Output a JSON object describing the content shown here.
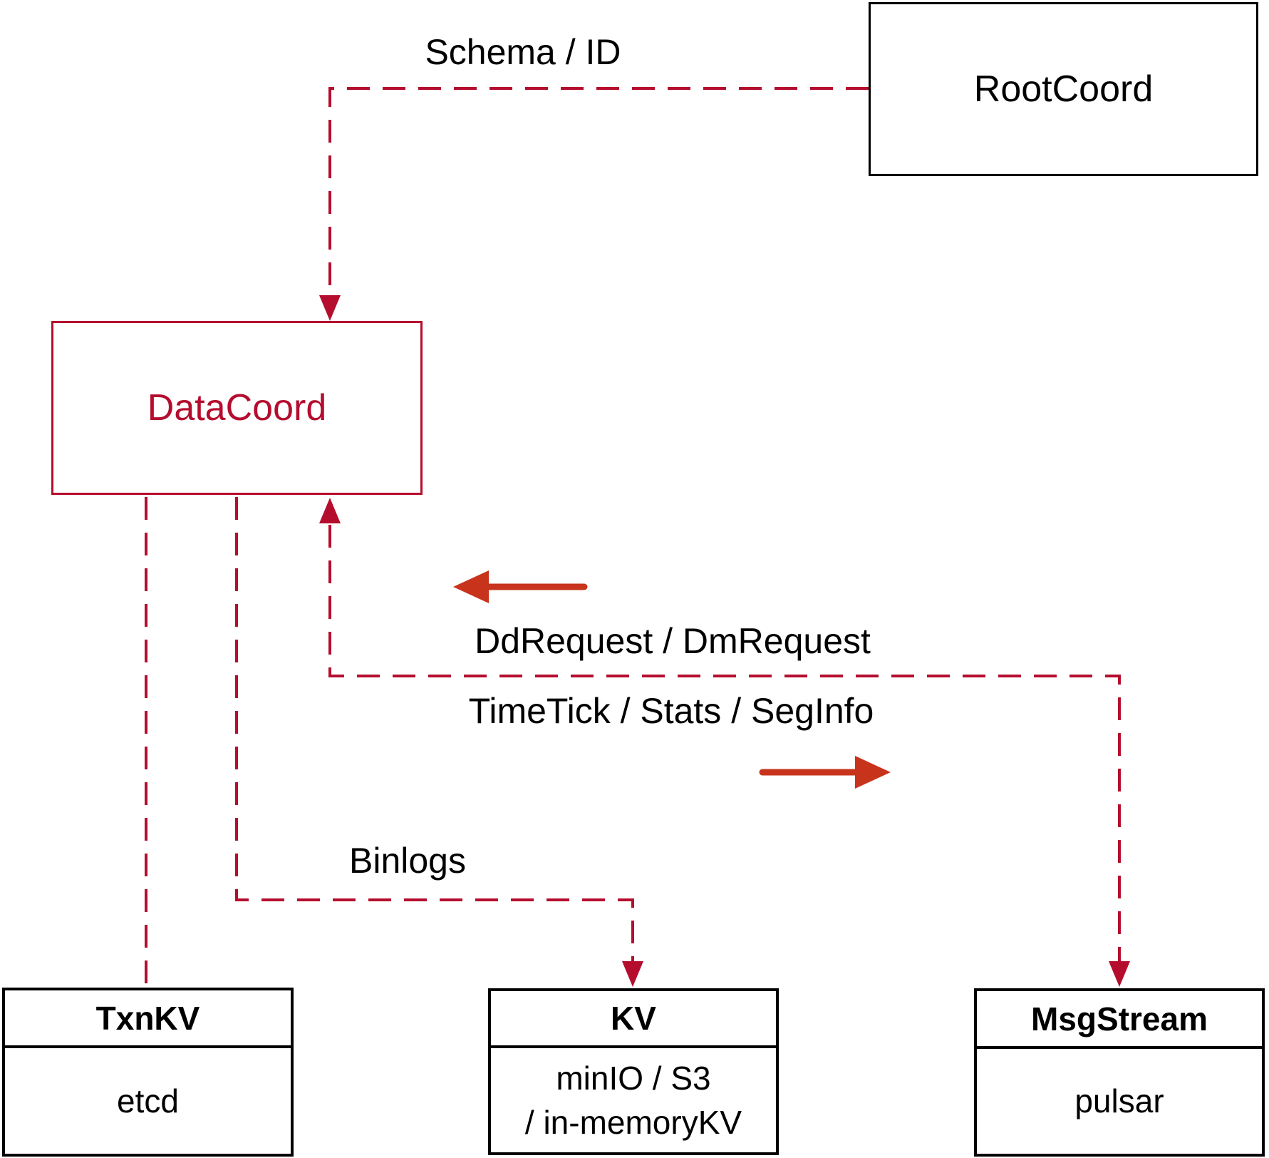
{
  "diagram": {
    "nodes": {
      "rootcoord": {
        "label": "RootCoord"
      },
      "datacoord": {
        "label": "DataCoord"
      },
      "txnkv": {
        "title": "TxnKV",
        "body": "etcd"
      },
      "kv": {
        "title": "KV",
        "body_line1": "minIO / S3",
        "body_line2": "/ in-memoryKV"
      },
      "msgstream": {
        "title": "MsgStream",
        "body": "pulsar"
      }
    },
    "edges": {
      "schema_id": {
        "label": "Schema / ID"
      },
      "dd_request": {
        "label": "DdRequest / DmRequest"
      },
      "time_tick": {
        "label": "TimeTick / Stats / SegInfo"
      },
      "binlogs": {
        "label": "Binlogs"
      }
    },
    "colors": {
      "dashed_line": "#b50d2e",
      "solid_arrow": "#c8331c",
      "box_border": "#000000",
      "text": "#000000"
    }
  }
}
